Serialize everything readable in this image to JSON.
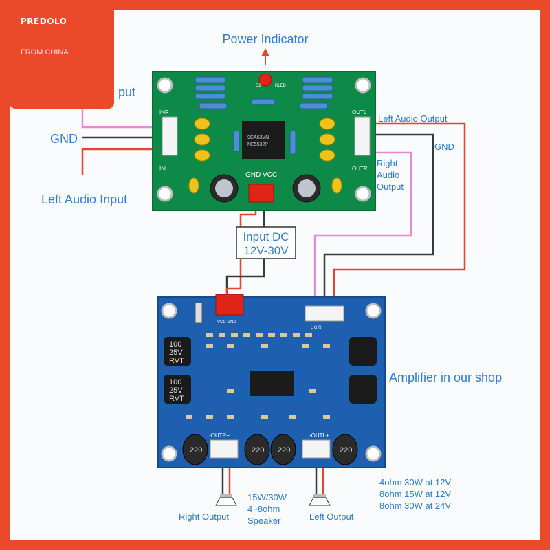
{
  "badge": {
    "brand": "PREDOLO",
    "origin": "FROM CHINA"
  },
  "labels": {
    "power_indicator": "Power Indicator",
    "right_audio_input_partial": "put",
    "gnd_left": "GND",
    "left_audio_input": "Left Audio Input",
    "left_audio_output": "Left Audio Output",
    "gnd_right": "GND",
    "right_audio_output": [
      "Right",
      "Audio",
      "Output"
    ],
    "input_dc": [
      "Input DC",
      "12V-30V"
    ],
    "amplifier": "Amplifier in our shop",
    "right_output": "Right Output",
    "left_output": "Left Output",
    "speaker": [
      "15W/30W",
      "4~8ohm",
      "Speaker"
    ],
    "power_specs": [
      "4ohm 30W at 12V",
      "8ohm 15W at 12V",
      "8ohm 30W at 24V"
    ]
  },
  "preamp": {
    "pins_left": [
      "INR",
      "INL"
    ],
    "pins_right": [
      "OUTL",
      "OUTR"
    ],
    "power_pins": "GND VCC",
    "chip_marking": [
      "9CA63VN",
      "NE5532P"
    ],
    "led": [
      "D2",
      "RLED"
    ]
  },
  "amp": {
    "caps": [
      "100",
      "25V",
      "RVT"
    ],
    "inductor": "220",
    "power_header": "VCC GND",
    "out_right": "-OUTR+",
    "out_left": "-OUTL+",
    "input_pins": "L  G  R"
  },
  "colors": {
    "frame": "#ea4a2a",
    "text": "#2f7fd0",
    "preamp_board": "#0d8a48",
    "amp_board": "#1f5fb0",
    "wire_pink": "#e58ad9",
    "wire_red": "#e3452f",
    "wire_black": "#3a3a3a"
  }
}
